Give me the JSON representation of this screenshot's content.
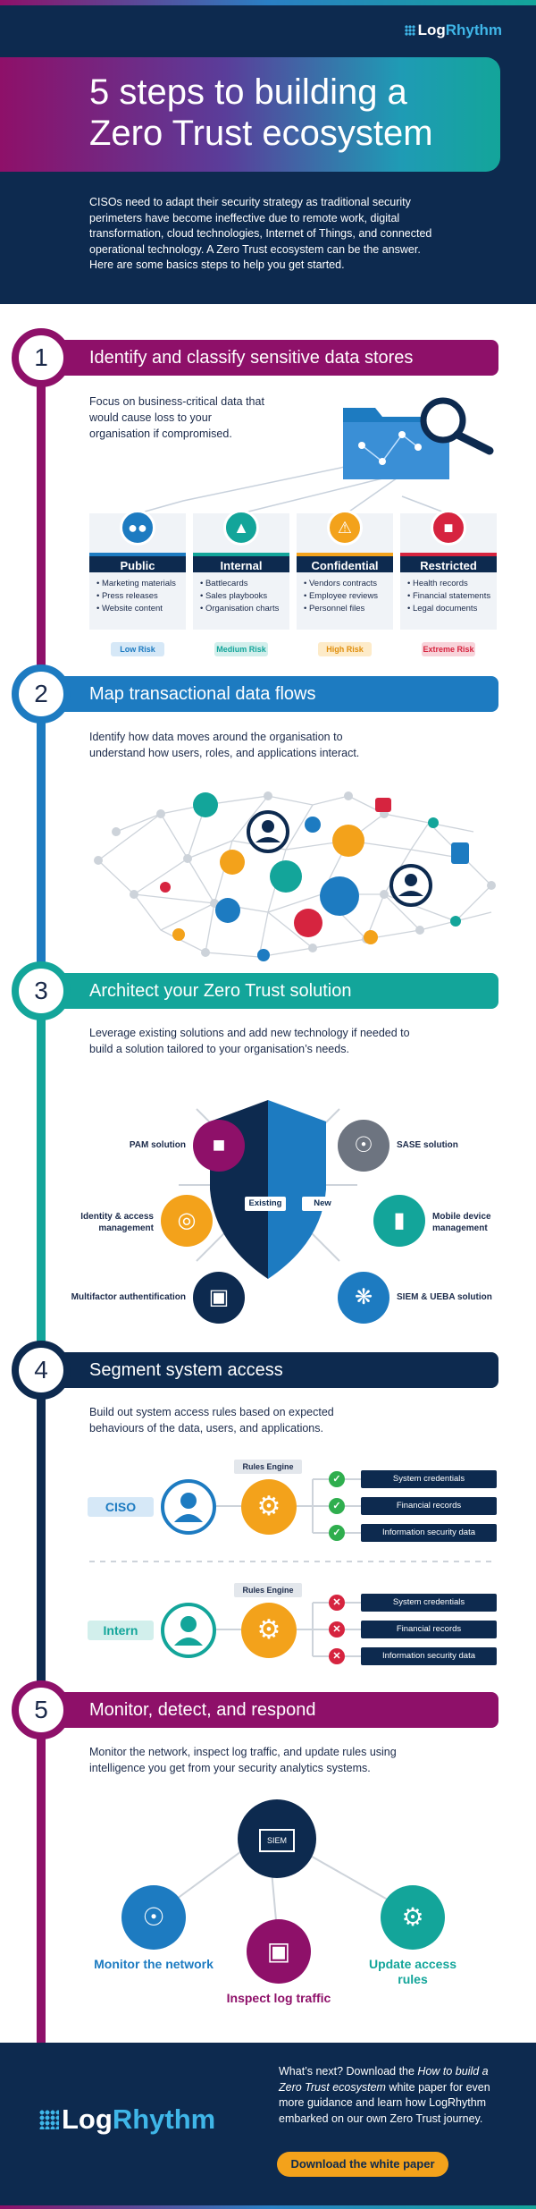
{
  "brand": {
    "log": "Log",
    "rhythm": "Rhythm"
  },
  "header": {
    "title_line1": "5 steps to building a",
    "title_line2": "Zero Trust ecosystem",
    "intro": "CISOs need to adapt their security strategy as traditional security perimeters have become ineffective due to remote work, digital transformation, cloud technologies, Internet of Things, and connected operational technology. A Zero Trust ecosystem can be the answer. Here are some basics steps to help you get started."
  },
  "steps": [
    {
      "number": "1",
      "title": "Identify and classify sensitive data stores",
      "description": "Focus on business-critical data that would cause loss to your organisation if compromised.",
      "color": "#8e1069"
    },
    {
      "number": "2",
      "title": "Map transactional data flows",
      "description": "Identify how data moves around the organisation to understand how users, roles, and applications interact.",
      "color": "#1d7bc1"
    },
    {
      "number": "3",
      "title": "Architect your Zero Trust solution",
      "description": "Leverage existing solutions and add new technology if needed to build a solution tailored to your organisation’s needs.",
      "color": "#13a59a"
    },
    {
      "number": "4",
      "title": "Segment system access",
      "description": "Build out system access rules based on expected behaviours of the data, users, and applications.",
      "color": "#0d2a4f"
    },
    {
      "number": "5",
      "title": "Monitor, detect, and respond",
      "description": "Monitor the network, inspect log traffic, and update rules using intelligence you get from your security analytics systems.",
      "color": "#8e1069"
    }
  ],
  "classification": [
    {
      "title": "Public",
      "items": [
        "Marketing materials",
        "Press releases",
        "Website content"
      ],
      "risk": "Low Risk",
      "color": "#1d7bc1",
      "icon": "people-icon"
    },
    {
      "title": "Internal",
      "items": [
        "Battlecards",
        "Sales playbooks",
        "Organisation charts"
      ],
      "risk": "Medium Risk",
      "color": "#13a59a",
      "icon": "org-chart-icon"
    },
    {
      "title": "Confidential",
      "items": [
        "Vendors contracts",
        "Employee reviews",
        "Personnel files"
      ],
      "risk": "High Risk",
      "color": "#f3a21b",
      "icon": "warning-icon"
    },
    {
      "title": "Restricted",
      "items": [
        "Health records",
        "Financial statements",
        "Legal documents"
      ],
      "risk": "Extreme Risk",
      "color": "#d6243f",
      "icon": "lock-icon"
    }
  ],
  "solutions": {
    "existing": "Existing",
    "new": "New",
    "left": [
      "PAM solution",
      "Identity & access management",
      "Multifactor authentification"
    ],
    "right": [
      "SASE solution",
      "Mobile device management",
      "SIEM & UEBA solution"
    ]
  },
  "access": {
    "engine_label": "Rules Engine",
    "roles": [
      {
        "name": "CISO",
        "allowed": true
      },
      {
        "name": "Intern",
        "allowed": false
      }
    ],
    "permissions": [
      "System credentials",
      "Financial records",
      "Information security data"
    ]
  },
  "monitor": {
    "center": "SIEM",
    "items": [
      "Monitor the network",
      "Inspect log traffic",
      "Update access rules"
    ]
  },
  "footer": {
    "text_before": "What’s next? Download the ",
    "text_italic": "How to build a Zero Trust ecosystem",
    "text_after": " white paper for even more guidance and learn how LogRhythm embarked on our own Zero Trust journey.",
    "cta": "Download the white paper"
  }
}
